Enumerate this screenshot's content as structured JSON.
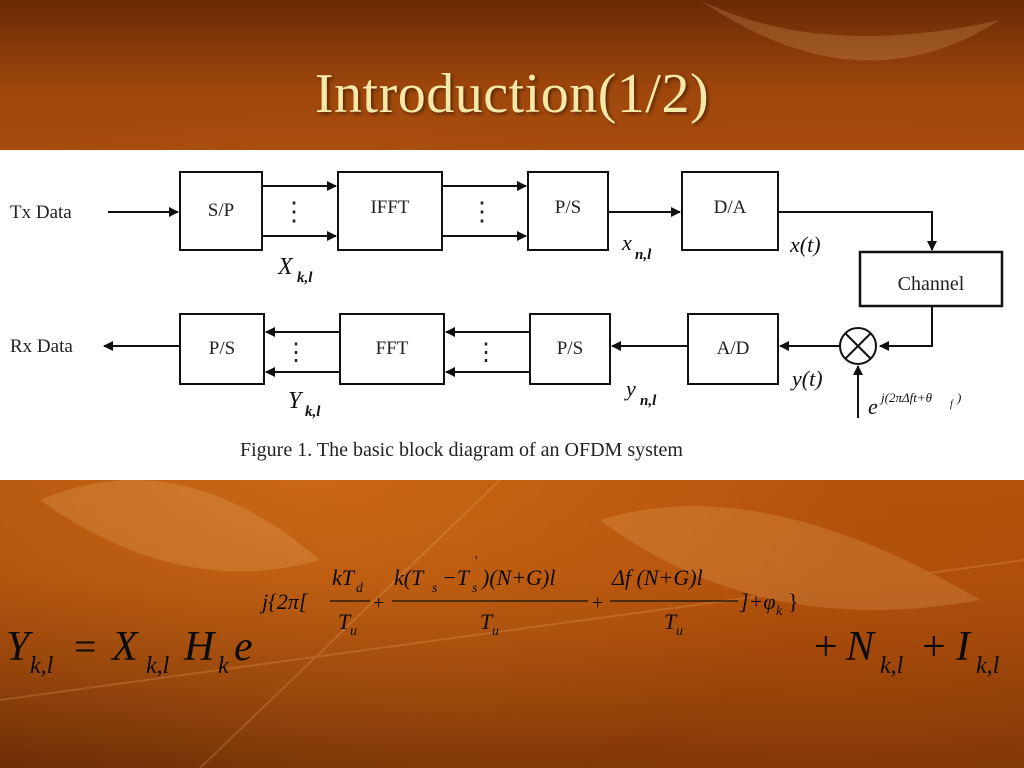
{
  "slide": {
    "title": "Introduction(1/2)"
  },
  "figure": {
    "caption": "Figure 1. The basic block diagram of an OFDM system",
    "inputs": {
      "tx": "Tx Data",
      "rx": "Rx Data"
    },
    "blocks": {
      "sp": "S/P",
      "ifft": "IFFT",
      "ps_tx": "P/S",
      "da": "D/A",
      "channel": "Channel",
      "ad": "A/D",
      "ps_rx1": "P/S",
      "fft": "FFT",
      "ps_rx2": "P/S"
    },
    "labels": {
      "X_base": "X",
      "X_sub": "k,l",
      "x_base": "x",
      "x_sub": "n,l",
      "xt": "x(t)",
      "Y_base": "Y",
      "Y_sub": "k,l",
      "y_base": "y",
      "y_sub": "n,l",
      "yt": "y(t)",
      "osc_base": "e",
      "osc_exp": "j(2πΔft+θ",
      "osc_sub": "f",
      "osc_close": ")",
      "dots": "⋮"
    }
  },
  "equation": {
    "lhs_Y": "Y",
    "sub_kl": "k,l",
    "eq_sign": "=",
    "X": "X",
    "H": "H",
    "sub_k": "k",
    "e": "e",
    "exp_start": "j{2π[",
    "f1_num_k": "kT",
    "f1_num_sub": "d",
    "f1_den": "T",
    "den_sub": "u",
    "plus": "+",
    "f2_num_a": "k(T",
    "f2_sub_s": "s",
    "f2_minus": "−T",
    "f2_prime": "'",
    "f2_num_b": ")(N+G)l",
    "f3_num": "Δf (N+G)l",
    "exp_end_a": "]+φ",
    "exp_end_sub": "k",
    "exp_end_b": "}",
    "N": "N",
    "I": "I"
  },
  "colors": {
    "background": "#b5550f",
    "title": "#f6e9a8",
    "panel": "#ffffff",
    "ink": "#111111"
  }
}
